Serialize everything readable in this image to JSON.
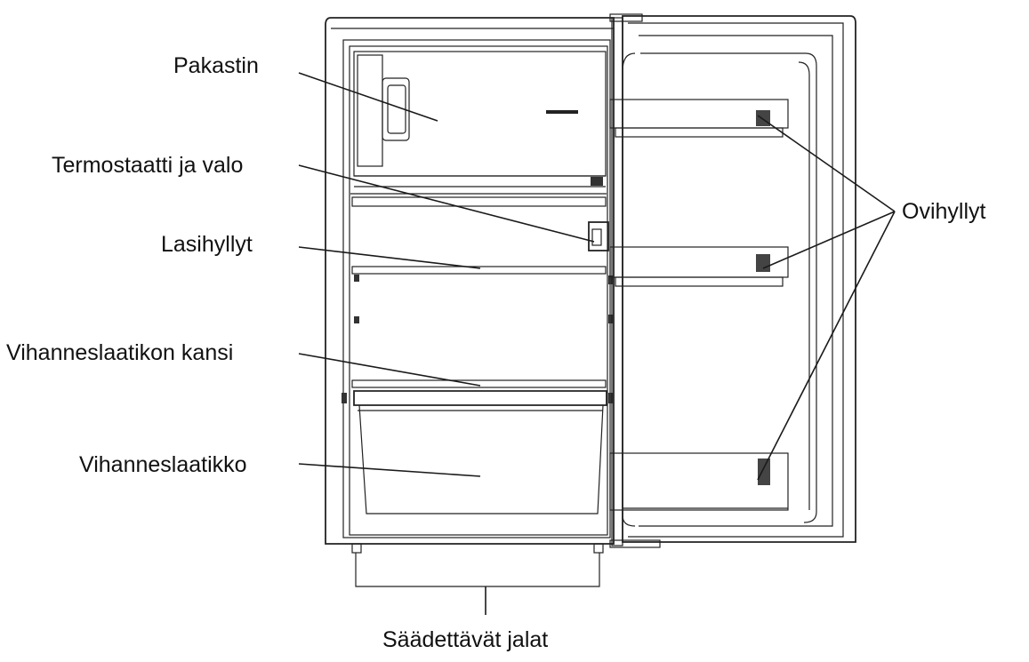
{
  "labels": {
    "freezer": "Pakastin",
    "thermostat": "Termostaatti ja valo",
    "glass_shelves": "Lasihyllyt",
    "crisper_lid": "Vihanneslaatikon kansi",
    "crisper": "Vihanneslaatikko",
    "door_shelves": "Ovihyllyt",
    "feet": "Säädettävät jalat"
  },
  "colors": {
    "line": "#1a1a1a",
    "background": "#ffffff"
  }
}
